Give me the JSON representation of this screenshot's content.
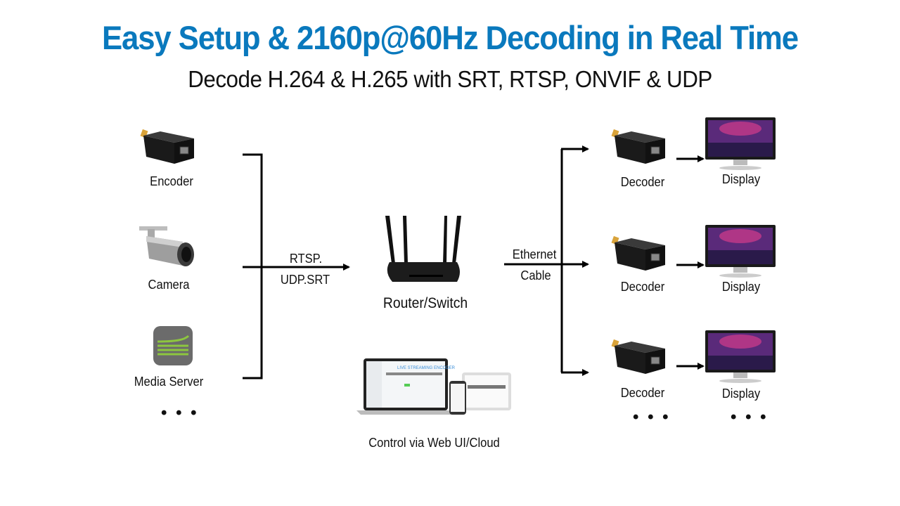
{
  "header": {
    "title": "Easy Setup & 2160p@60Hz Decoding in Real Time",
    "subtitle": "Decode H.264 & H.265 with SRT, RTSP, ONVIF & UDP"
  },
  "sources": [
    {
      "label": "Encoder",
      "icon": "encoder-device-icon"
    },
    {
      "label": "Camera",
      "icon": "camera-icon"
    },
    {
      "label": "Media Server",
      "icon": "media-server-icon"
    }
  ],
  "sources_more": "• • •",
  "protocol_label": {
    "line1": "RTSP.",
    "line2": "UDP.SRT"
  },
  "router": {
    "label": "Router/Switch",
    "icon": "router-icon"
  },
  "cable_label": {
    "line1": "Ethernet",
    "line2": "Cable"
  },
  "control": {
    "label": "Control via Web UI/Cloud",
    "screen_title": "LIVE STREAMING ENCODER"
  },
  "outputs": [
    {
      "decoder_label": "Decoder",
      "display_label": "Display"
    },
    {
      "decoder_label": "Decoder",
      "display_label": "Display"
    },
    {
      "decoder_label": "Decoder",
      "display_label": "Display"
    }
  ],
  "outputs_more": {
    "decoder": "• • •",
    "display": "• • •"
  },
  "colors": {
    "title": "#0a79bd",
    "line": "#000000",
    "media_server_bg": "#6b6b6b",
    "media_server_lines": "#8dc63f"
  }
}
